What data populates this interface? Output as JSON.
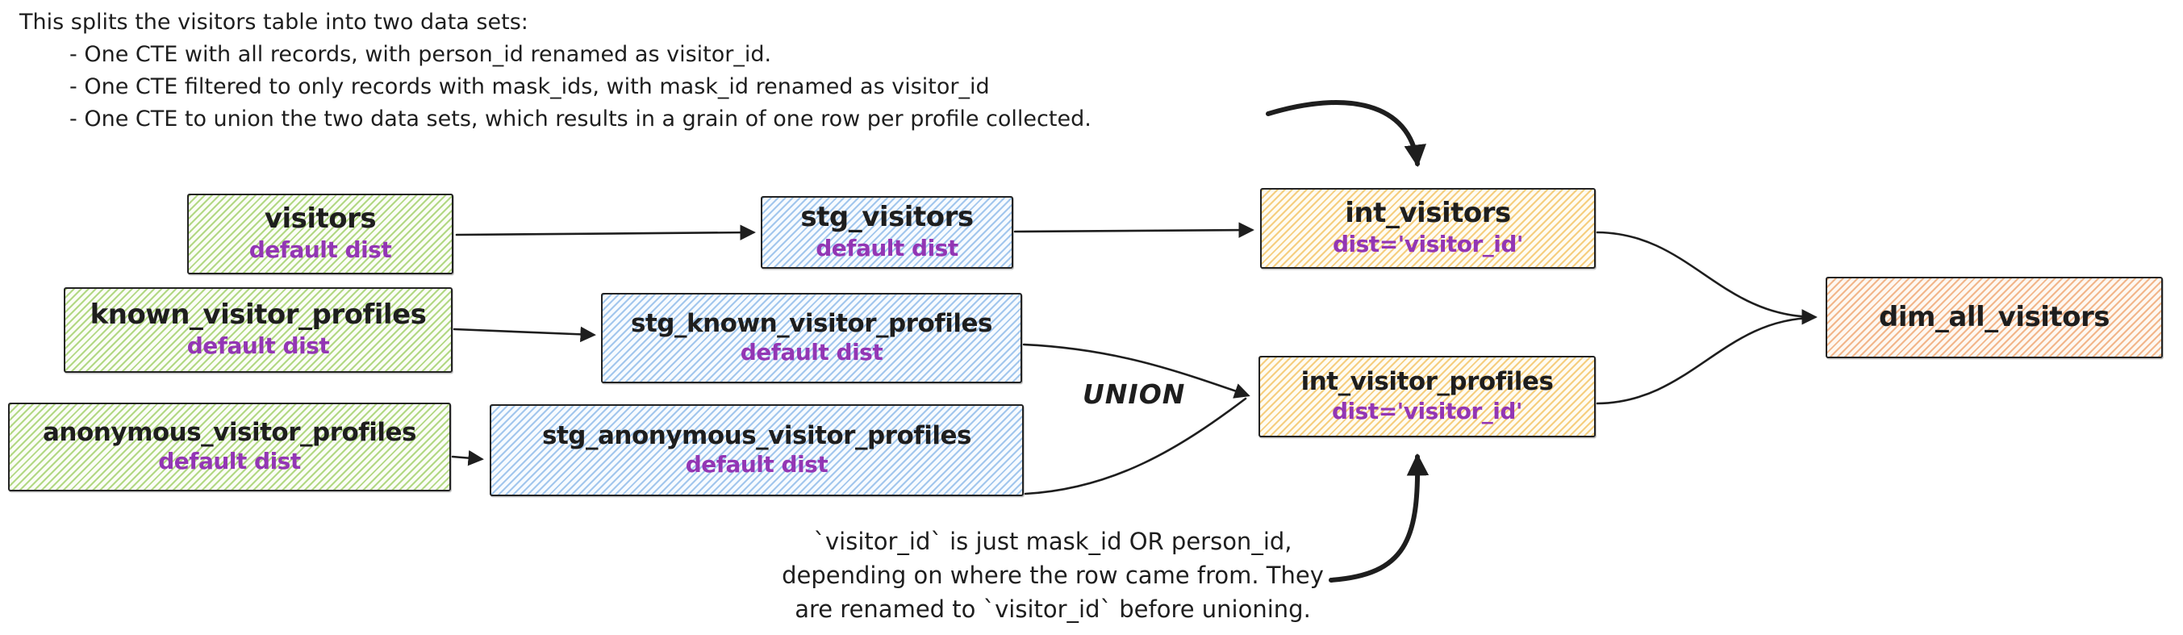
{
  "diagram": {
    "kind": "hand-drawn dbt lineage diagram",
    "annotations": {
      "top": {
        "lines": [
          "This splits the visitors table into two data sets:",
          "- One CTE with all records, with person_id renamed as visitor_id.",
          "- One CTE filtered to only records with mask_ids, with mask_id renamed as visitor_id",
          "- One CTE to union the two data sets, which results in a grain of one row per profile collected."
        ]
      },
      "bottom": {
        "lines": [
          "`visitor_id` is just mask_id OR person_id,",
          "depending on where the row came from. They",
          "are renamed to `visitor_id` before unioning."
        ]
      },
      "union_label": "UNION"
    },
    "nodes": {
      "visitors": {
        "title": "visitors",
        "subtitle": "default dist"
      },
      "known_visitor_profiles": {
        "title": "known_visitor_profiles",
        "subtitle": "default dist"
      },
      "anonymous_visitor_profiles": {
        "title": "anonymous_visitor_profiles",
        "subtitle": "default dist"
      },
      "stg_visitors": {
        "title": "stg_visitors",
        "subtitle": "default dist"
      },
      "stg_known_visitor_profiles": {
        "title": "stg_known_visitor_profiles",
        "subtitle": "default dist"
      },
      "stg_anonymous_visitor_profiles": {
        "title": "stg_anonymous_visitor_profiles",
        "subtitle": "default dist"
      },
      "int_visitors": {
        "title": "int_visitors",
        "subtitle": "dist='visitor_id'"
      },
      "int_visitor_profiles": {
        "title": "int_visitor_profiles",
        "subtitle": "dist='visitor_id'"
      },
      "dim_all_visitors": {
        "title": "dim_all_visitors",
        "subtitle": ""
      }
    },
    "edges": [
      {
        "from": "visitors",
        "to": "stg_visitors"
      },
      {
        "from": "stg_visitors",
        "to": "int_visitors"
      },
      {
        "from": "known_visitor_profiles",
        "to": "stg_known_visitor_profiles"
      },
      {
        "from": "anonymous_visitor_profiles",
        "to": "stg_anonymous_visitor_profiles"
      },
      {
        "from": "stg_known_visitor_profiles",
        "to": "int_visitor_profiles",
        "label": "UNION"
      },
      {
        "from": "stg_anonymous_visitor_profiles",
        "to": "int_visitor_profiles",
        "label": "UNION"
      },
      {
        "from": "int_visitors",
        "to": "dim_all_visitors"
      },
      {
        "from": "int_visitor_profiles",
        "to": "dim_all_visitors"
      },
      {
        "from": "top-annotation",
        "to": "int_visitors",
        "label": ""
      },
      {
        "from": "bottom-annotation",
        "to": "int_visitor_profiles",
        "label": ""
      }
    ],
    "colors": {
      "ink": "#1e1e1e",
      "subtitle_purple": "#9336b4",
      "source_green_hatch": "#9acc5e",
      "staging_blue_hatch": "#86b5e7",
      "intermediate_yellow_hatch": "#f3c362",
      "dim_orange_hatch": "#efa571"
    }
  }
}
